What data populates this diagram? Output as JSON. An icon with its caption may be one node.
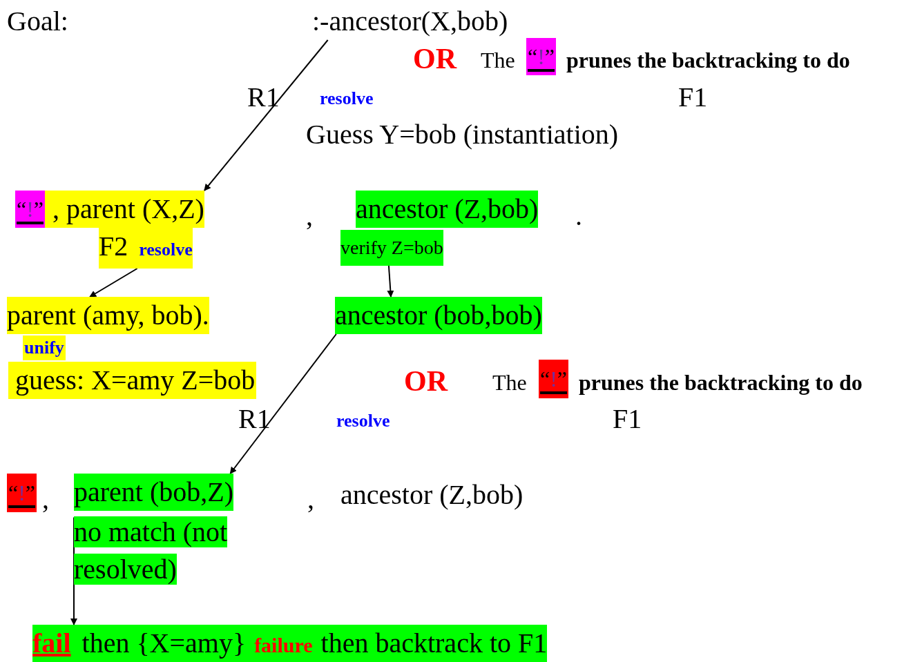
{
  "diagram": {
    "nodes": [
      {
        "text": [
          ":-ancestor(X,bob)"
        ]
      },
      {
        "text": [
          ", parent (X,Z)"
        ]
      },
      {
        "text": [
          "“!”"
        ],
        "in": 1
      },
      {
        "text": [
          "F2",
          "resolve"
        ]
      },
      {
        "text": [
          "ancestor (Z,bob)"
        ]
      },
      {
        "text": [
          "verify Z=bob"
        ]
      },
      {
        "text": [
          "parent (amy, bob)."
        ]
      },
      {
        "text": [
          "unify"
        ]
      },
      {
        "text": [
          "guess: X=amy Z=bob"
        ]
      },
      {
        "text": [
          "ancestor (bob,bob)"
        ]
      },
      {
        "text": [
          "“!”"
        ]
      },
      {
        "text": [
          "parent (bob,Z)"
        ]
      },
      {
        "text": [
          "no match (not resolved)"
        ]
      },
      {
        "text": [
          "fail",
          "then {X=amy}",
          "failure",
          "then backtrack to F1"
        ]
      }
    ],
    "edges": [
      {
        "from": 0,
        "to": 1,
        "arrow": "to"
      },
      {
        "from": 3,
        "to": 6,
        "arrow": "to"
      },
      {
        "from": 5,
        "to": 9,
        "arrow": "to"
      },
      {
        "from": 9,
        "to": 11,
        "arrow": "to"
      },
      {
        "from": 12,
        "to": 13,
        "arrow": "to"
      }
    ],
    "labels": [
      "Goal:",
      "OR",
      "The",
      "“!”",
      "prunes the backtracking to do",
      "R1",
      "resolve",
      "F1",
      "Guess Y=bob (instantiation)",
      ",",
      ".",
      "OR",
      "The",
      "“!”",
      "prunes the backtracking to do",
      "R1",
      "resolve",
      "F1",
      ",",
      ",",
      "ancestor (Z,bob)"
    ]
  }
}
